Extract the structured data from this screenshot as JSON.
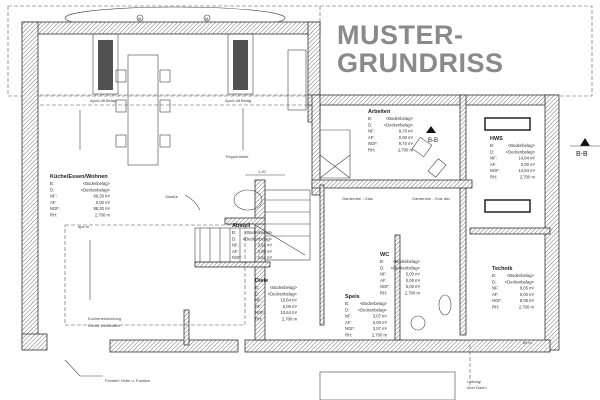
{
  "title": {
    "line1": "MUSTER-",
    "line2": "GRUNDRISS"
  },
  "section_marker": "B-B",
  "rooms": [
    {
      "name": "Küche/Essen/Wohnen",
      "rows": [
        [
          "B:",
          "<Bodenbelag>"
        ],
        [
          "D:",
          "<Deckenbelag>"
        ],
        [
          "NF:",
          "86,30 m²"
        ],
        [
          "AF:",
          "0,00 m²"
        ],
        [
          "NGF:",
          "86,30 m²"
        ],
        [
          "RH:",
          "2,700 m"
        ]
      ]
    },
    {
      "name": "Arbeiten",
      "rows": [
        [
          "B:",
          "<Bodenbelag>"
        ],
        [
          "D:",
          "<Deckenbelag>"
        ],
        [
          "NF:",
          "9,70 m²"
        ],
        [
          "AF:",
          "0,00 m²"
        ],
        [
          "NGF:",
          "9,70 m²"
        ],
        [
          "RH:",
          "2,700 m"
        ]
      ]
    },
    {
      "name": "HWS",
      "rows": [
        [
          "B:",
          "<Bodenbelag>"
        ],
        [
          "D:",
          "<Deckenbelag>"
        ],
        [
          "NF:",
          "14,84 m²"
        ],
        [
          "AF:",
          "0,00 m²"
        ],
        [
          "NGF:",
          "14,84 m²"
        ],
        [
          "RH:",
          "2,700 m"
        ]
      ]
    },
    {
      "name": "Abstell",
      "rows": [
        [
          "B:",
          "<Bodenbelag>"
        ],
        [
          "D:",
          "<Deckenbelag>"
        ],
        [
          "NF:",
          "2,81 m²"
        ],
        [
          "AF:",
          "0,00 m²"
        ],
        [
          "NGF:",
          "2,81 m²"
        ]
      ]
    },
    {
      "name": "Diele",
      "rows": [
        [
          "B:",
          "<Bodenbelag>"
        ],
        [
          "D:",
          "<Deckenbelag>"
        ],
        [
          "NF:",
          "10,64 m²"
        ],
        [
          "AF:",
          "0,00 m²"
        ],
        [
          "NGF:",
          "10,64 m²"
        ],
        [
          "RH:",
          "2,700 m"
        ]
      ]
    },
    {
      "name": "WC",
      "rows": [
        [
          "B:",
          "<Bodenbelag>"
        ],
        [
          "D:",
          "<Deckenbelag>"
        ],
        [
          "NF:",
          "5,00 m²"
        ],
        [
          "AF:",
          "0,00 m²"
        ],
        [
          "NGF:",
          "5,00 m²"
        ],
        [
          "RH:",
          "2,700 m"
        ]
      ]
    },
    {
      "name": "Speis",
      "rows": [
        [
          "B:",
          "<Bodenbelag>"
        ],
        [
          "D:",
          "<Deckenbelag>"
        ],
        [
          "NF:",
          "3,07 m²"
        ],
        [
          "AF:",
          "0,00 m²"
        ],
        [
          "NGF:",
          "3,07 m²"
        ],
        [
          "RH:",
          "2,700 m"
        ]
      ]
    },
    {
      "name": "Technik",
      "rows": [
        [
          "B:",
          "<Bodenbelag>"
        ],
        [
          "D:",
          "<Deckenbelag>"
        ],
        [
          "NF:",
          "8,05 m²"
        ],
        [
          "AF:",
          "0,00 m²"
        ],
        [
          "NGF:",
          "8,05 m²"
        ],
        [
          "RH:",
          "2,700 m"
        ]
      ]
    }
  ],
  "annotations": {
    "treppenstufe": "Treppenstufe",
    "glastuer": "Glastür",
    "dimension": "1,20",
    "garderobe_glas": "Garderobe - Glas",
    "garderobe_holz": "Garderobe - Holz abc",
    "kueche_line1": "Kücheneinrichtung",
    "kueche_line2": "Küche vorhanden!",
    "fenster": "Fenster! Höhe u. Position",
    "leitung_line1": "Leitung!",
    "leitung_line2": "über Dach!",
    "apo_left": "Apo/Lüft Belag",
    "apo_right": "Apo/Lüft Belag",
    "tech_small": "tbl m",
    "apo_small": "apo m",
    "axis_label": "M"
  }
}
